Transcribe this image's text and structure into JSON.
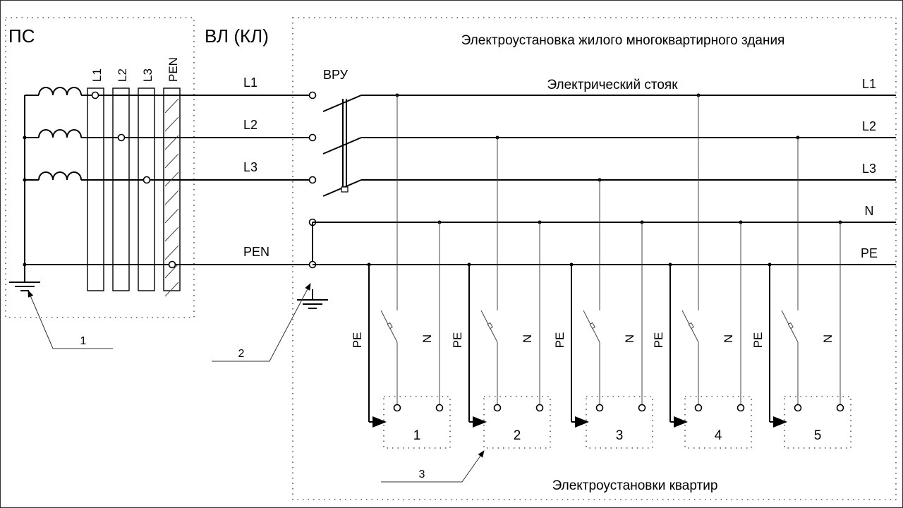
{
  "regions": {
    "substation": "ПС",
    "line": "ВЛ (КЛ)",
    "building": "Электроустановка жилого многоквартирного здания",
    "apartments": "Электроустановки квартир"
  },
  "substation_bus_labels": [
    "L1",
    "L2",
    "L3",
    "PEN"
  ],
  "line_labels": [
    "L1",
    "L2",
    "L3",
    "PEN"
  ],
  "vru_label": "ВРУ",
  "riser_label": "Электрический стояк",
  "riser_conductors": [
    "L1",
    "L2",
    "L3",
    "N",
    "PE"
  ],
  "apartment_wire_labels": {
    "pe": "PE",
    "n": "N"
  },
  "apartments": [
    {
      "number": "1",
      "phase": "L1"
    },
    {
      "number": "2",
      "phase": "L2"
    },
    {
      "number": "3",
      "phase": "L3"
    },
    {
      "number": "4",
      "phase": "L1"
    },
    {
      "number": "5",
      "phase": "L2"
    }
  ],
  "callouts": [
    "1",
    "2",
    "3"
  ]
}
